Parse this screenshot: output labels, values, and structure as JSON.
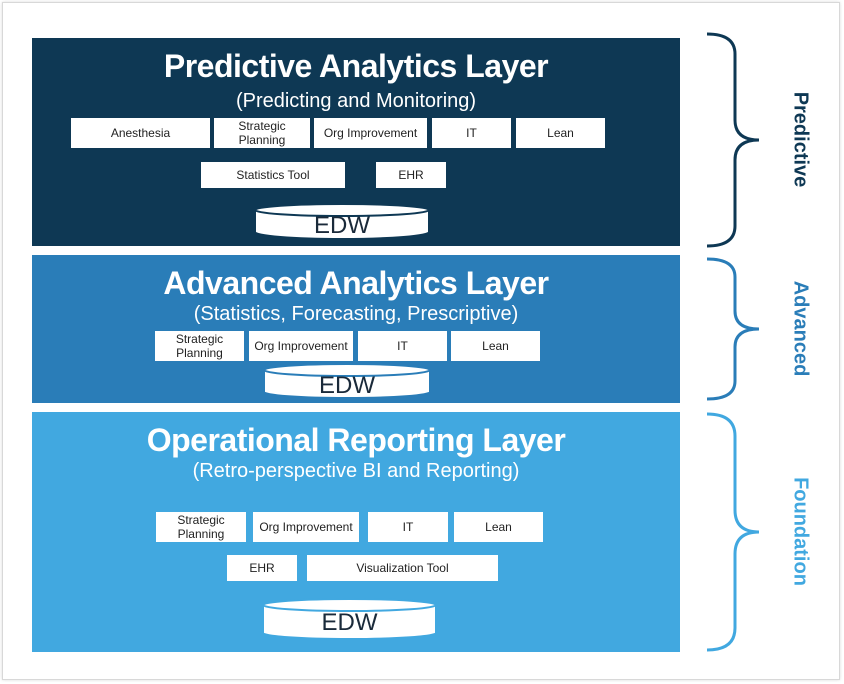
{
  "layers": {
    "predictive": {
      "title": "Predictive Analytics Layer",
      "subtitle": "(Predicting and Monitoring)",
      "color": "#0e3854",
      "boxes_row1": [
        "Anesthesia",
        "Strategic Planning",
        "Org Improvement",
        "IT",
        "Lean"
      ],
      "boxes_row2": [
        "Statistics Tool",
        "EHR"
      ],
      "edw": "EDW"
    },
    "advanced": {
      "title": "Advanced Analytics Layer",
      "subtitle": "(Statistics, Forecasting, Prescriptive)",
      "color": "#2a7db8",
      "boxes_row1": [
        "Strategic Planning",
        "Org Improvement",
        "IT",
        "Lean"
      ],
      "edw": "EDW"
    },
    "operational": {
      "title": "Operational Reporting Layer",
      "subtitle": "(Retro-perspective BI and Reporting)",
      "color": "#41a8e0",
      "boxes_row1": [
        "Strategic Planning",
        "Org Improvement",
        "IT",
        "Lean"
      ],
      "boxes_row2": [
        "EHR",
        "Visualization Tool"
      ],
      "edw": "EDW"
    }
  },
  "side_labels": {
    "predictive": "Predictive",
    "advanced": "Advanced",
    "foundation": "Foundation"
  },
  "colors": {
    "predictive_text": "#0e3854",
    "advanced_text": "#2a7db8",
    "foundation_text": "#41a8e0"
  }
}
